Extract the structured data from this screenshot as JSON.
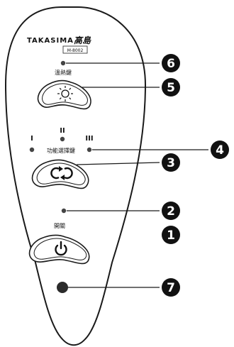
{
  "remote": {
    "brand": "TAKASIMA",
    "brand_cjk": "高島",
    "model_tag": "M-8002",
    "heat_button_label": "溫熱鍵",
    "function_button_label": "功能選擇鍵",
    "power_button_label": "開關",
    "levels": [
      "I",
      "II",
      "III"
    ],
    "body_color": "#ffffff",
    "outline_color": "#1a1a1a",
    "indicator_color": "#444444",
    "large_indicator_color": "#2b2b2b"
  },
  "callouts": {
    "c1": "1",
    "c2": "2",
    "c3": "3",
    "c4": "4",
    "c5": "5",
    "c6": "6",
    "c7": "7"
  },
  "icons": {
    "heat": "sun-icon",
    "function": "cycle-arrows-icon",
    "power": "power-icon"
  }
}
